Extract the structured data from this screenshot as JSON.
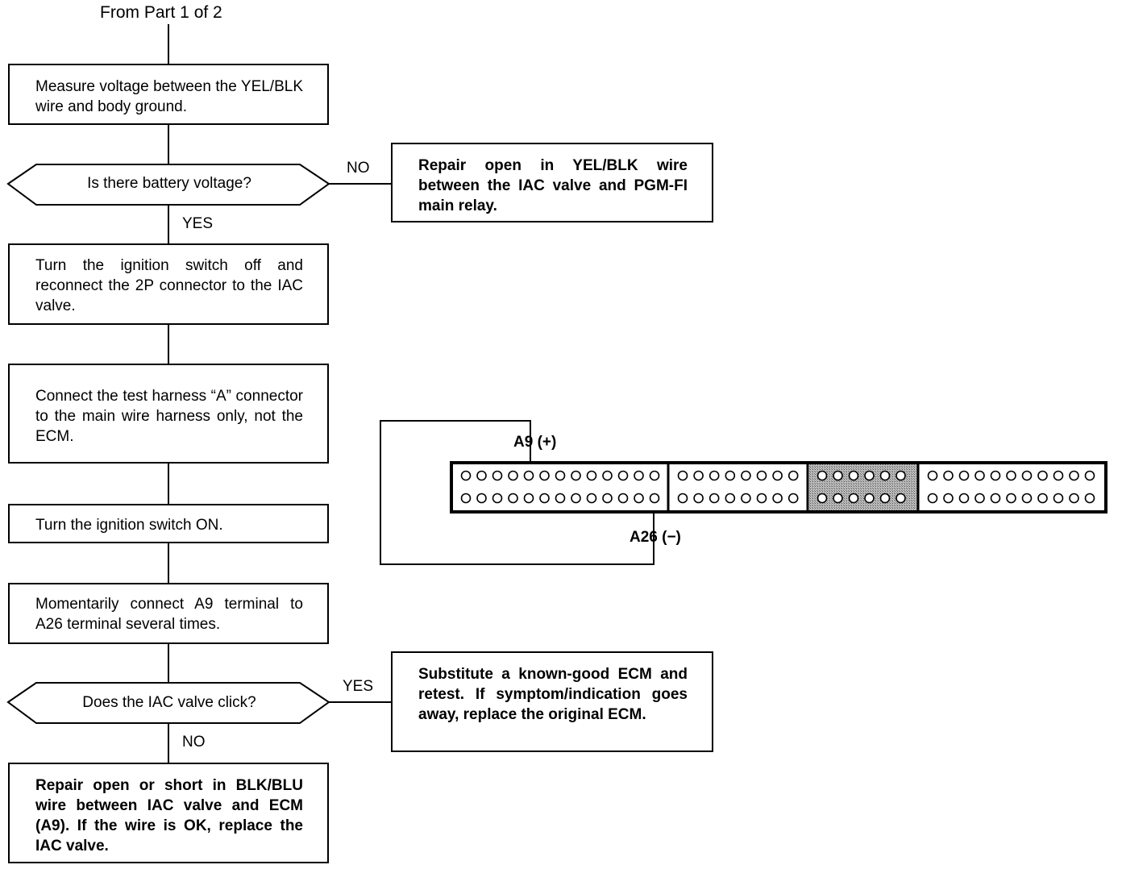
{
  "header": "From Part 1 of 2",
  "steps": {
    "measure": "Measure voltage between the YEL/BLK wire and body ground.",
    "q_battery": "Is there battery voltage?",
    "no_label_1": "NO",
    "repair_yelblk": "Repair open in YEL/BLK wire between the IAC valve and PGM-FI main relay.",
    "yes_label_1": "YES",
    "turn_off": "Turn the ignition switch off and reconnect the 2P connector to the IAC valve.",
    "connect_harness": "Connect the test harness “A” connector to the main wire harness only, not the ECM.",
    "turn_on": "Turn the ignition switch ON.",
    "momentarily": "Momentarily connect A9 terminal to A26 terminal several times.",
    "q_click": "Does the IAC valve click?",
    "yes_label_2": "YES",
    "substitute": "Substitute a known-good ECM and retest. If symptom/indication goes away, replace the original ECM.",
    "no_label_2": "NO",
    "repair_blkblu": "Repair open or short in BLK/BLU wire between IAC valve and ECM (A9). If the wire is OK, replace the IAC valve."
  },
  "connector": {
    "label_plus": "A9 (+)",
    "label_minus": "A26 (−)"
  }
}
